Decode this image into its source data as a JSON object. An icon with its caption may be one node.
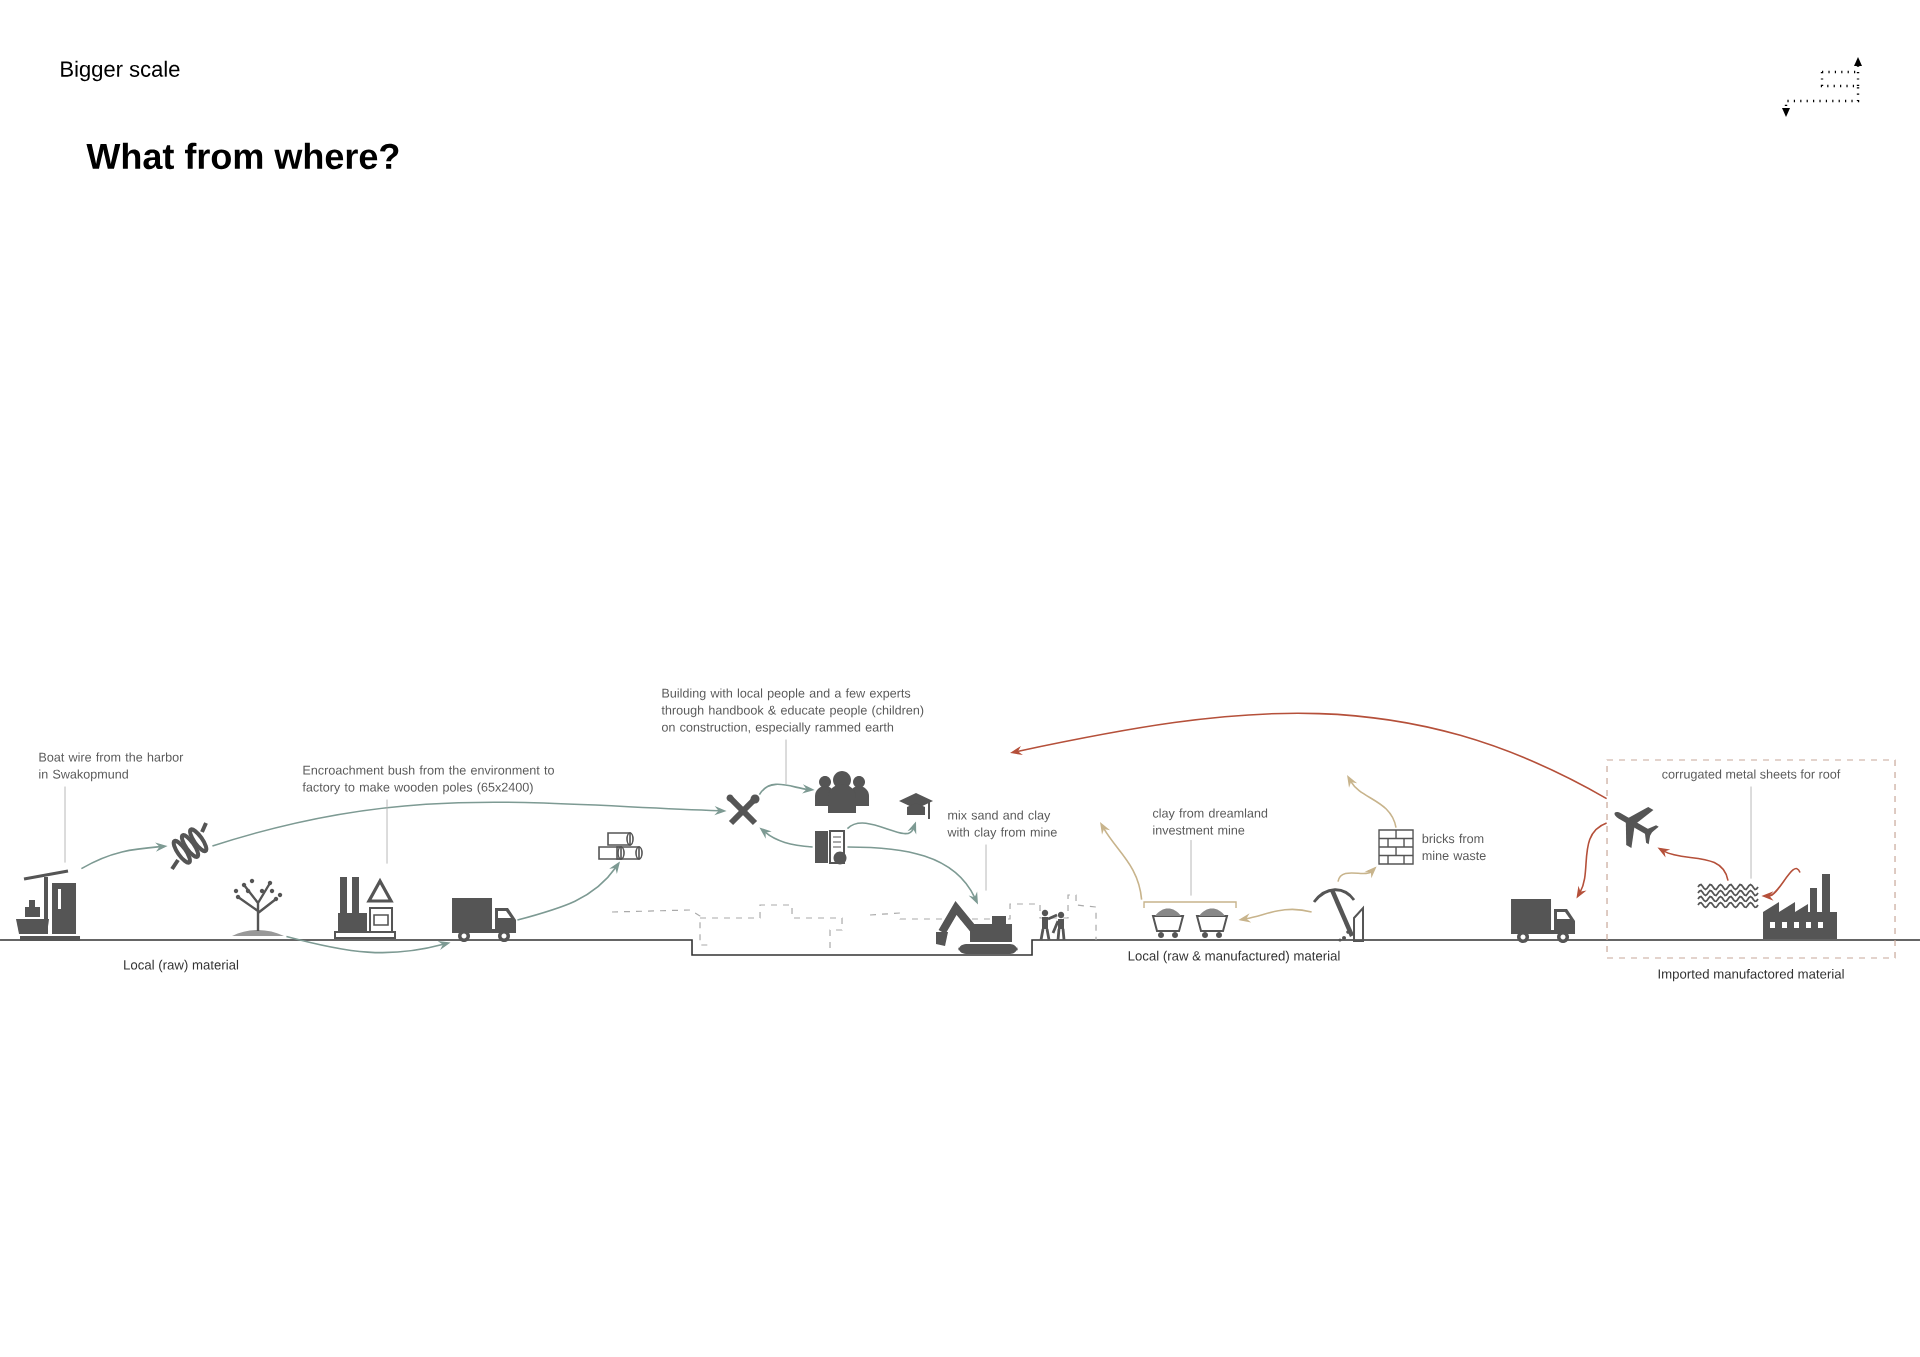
{
  "diagram": {
    "title": "What from where?",
    "nodes": [
      {
        "text": [
          "Boat wire from the harbor in Swakopmund"
        ]
      },
      {
        "text": [],
        "shape": "ship"
      },
      {
        "text": [],
        "shape": "rope"
      },
      {
        "text": [
          "Encroachment bush from the environment to factory to make wooden poles (65x2400)"
        ]
      },
      {
        "text": [],
        "shape": "tree"
      },
      {
        "text": [],
        "shape": "factory"
      },
      {
        "text": [],
        "shape": "truck"
      },
      {
        "text": [],
        "shape": "logs"
      },
      {
        "text": [
          "Building with local people and a few experts through handbook & educate people (children) on construction, especially rammed earth"
        ]
      },
      {
        "text": [],
        "shape": "tools"
      },
      {
        "text": [],
        "shape": "people"
      },
      {
        "text": [],
        "shape": "cap"
      },
      {
        "text": [],
        "shape": "book"
      },
      {
        "text": [
          "mix sand and clay with clay from mine"
        ]
      },
      {
        "text": [],
        "shape": "excavator"
      },
      {
        "text": [
          "clay from dreamland investment mine"
        ]
      },
      {
        "text": [],
        "shape": "carts"
      },
      {
        "text": [],
        "shape": "bricks",
        "beside": [
          "bricks from mine waste"
        ]
      },
      {
        "text": [],
        "shape": "pickaxe"
      },
      {
        "text": [],
        "shape": "truck"
      },
      {
        "text": [
          "Imported manufactored material"
        ]
      },
      {
        "text": [
          "corrugated metal sheets for roof"
        ],
        "in": 20
      },
      {
        "text": [],
        "shape": "plane",
        "in": 20
      },
      {
        "text": [],
        "shape": "sheets",
        "in": 20
      },
      {
        "text": [],
        "shape": "factory",
        "in": 20
      }
    ],
    "edges": [
      {
        "from": 0,
        "to": 1,
        "arrow": "none",
        "color": "#b0b0b0"
      },
      {
        "from": 1,
        "to": 2,
        "arrow": "to"
      },
      {
        "from": 2,
        "to": 9,
        "arrow": "to"
      },
      {
        "from": 4,
        "to": 6,
        "arrow": "to"
      },
      {
        "from": 3,
        "to": 5,
        "arrow": "none",
        "color": "#b0b0b0"
      },
      {
        "from": 6,
        "to": 7,
        "arrow": "to"
      },
      {
        "from": 8,
        "to": null,
        "arrow": "none",
        "color": "#b0b0b0"
      },
      {
        "from": 9,
        "to": 10,
        "arrow": "to"
      },
      {
        "from": 12,
        "to": 9,
        "arrow": "to"
      },
      {
        "from": 12,
        "to": 11,
        "arrow": "to"
      },
      {
        "from": 12,
        "to": 14,
        "arrow": "to"
      },
      {
        "from": 13,
        "to": 14,
        "arrow": "none",
        "color": "#b0b0b0"
      },
      {
        "from": 15,
        "to": 16,
        "arrow": "none",
        "color": "#b0b0b0"
      },
      {
        "from": 16,
        "to": null,
        "arrow": "to",
        "color": "#c8b48c"
      },
      {
        "from": 18,
        "to": 16,
        "arrow": "to",
        "color": "#c8b48c"
      },
      {
        "from": 18,
        "to": 17,
        "arrow": "to",
        "color": "#c8b48c"
      },
      {
        "from": 17,
        "to": null,
        "arrow": "to",
        "color": "#c8b48c"
      },
      {
        "from": 22,
        "to": null,
        "arrow": "to",
        "color": "#b5503a"
      },
      {
        "from": 22,
        "to": 19,
        "arrow": "to",
        "color": "#b5503a"
      },
      {
        "from": 23,
        "to": 22,
        "arrow": "to",
        "color": "#b5503a"
      },
      {
        "from": 24,
        "to": 23,
        "arrow": "to",
        "color": "#b5503a"
      },
      {
        "from": 21,
        "to": 23,
        "arrow": "none",
        "color": "#b0b0b0"
      }
    ],
    "labels": [
      "Bigger scale",
      "Local (raw) material",
      "Local (raw & manufactured) material"
    ]
  }
}
